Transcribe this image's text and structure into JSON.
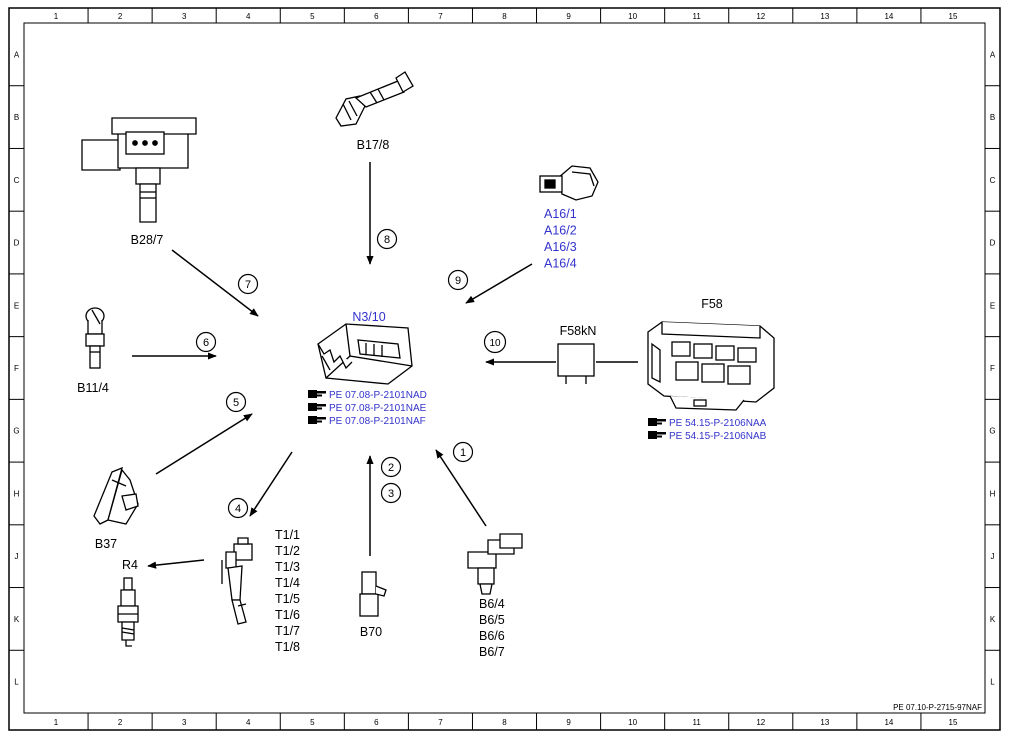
{
  "frame": {
    "columns": [
      "1",
      "2",
      "3",
      "4",
      "5",
      "6",
      "7",
      "8",
      "9",
      "10",
      "11",
      "12",
      "13",
      "14",
      "15"
    ],
    "rows": [
      "A",
      "B",
      "C",
      "D",
      "E",
      "F",
      "G",
      "H",
      "J",
      "K",
      "L"
    ]
  },
  "colors": {
    "line": "#000000",
    "link": "#3333cc"
  },
  "components": {
    "b17_8": "B17/8",
    "b28_7": "B28/7",
    "a16": [
      "A16/1",
      "A16/2",
      "A16/3",
      "A16/4"
    ],
    "n3_10": "N3/10",
    "b11_4": "B11/4",
    "f58kn": "F58kN",
    "f58": "F58",
    "b37": "B37",
    "r4": "R4",
    "t1": [
      "T1/1",
      "T1/2",
      "T1/3",
      "T1/4",
      "T1/5",
      "T1/6",
      "T1/7",
      "T1/8"
    ],
    "b70": "B70",
    "b6": [
      "B6/4",
      "B6/5",
      "B6/6",
      "B6/7"
    ]
  },
  "references": {
    "n3_10": [
      "PE 07.08-P-2101NAD",
      "PE 07.08-P-2101NAE",
      "PE 07.08-P-2101NAF"
    ],
    "f58": [
      "PE 54.15-P-2106NAA",
      "PE 54.15-P-2106NAB"
    ]
  },
  "callouts": [
    "1",
    "2",
    "3",
    "4",
    "5",
    "6",
    "7",
    "8",
    "9",
    "10"
  ],
  "doc_id": "PE 07.10-P-2715-97NAF"
}
